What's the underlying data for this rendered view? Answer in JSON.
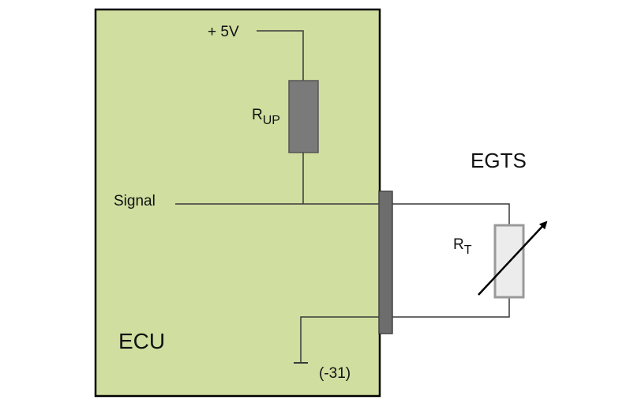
{
  "diagram": {
    "ecu_label": "ECU",
    "sensor_label": "EGTS",
    "supply_label": "+ 5V",
    "signal_label": "Signal",
    "ground_label": "(-31)",
    "pullup_resistor": {
      "main": "R",
      "sub": "UP"
    },
    "sensor_resistor": {
      "main": "R",
      "sub": "T"
    }
  },
  "colors": {
    "ecu_fill": "#d0dea0",
    "resistor_fill": "#7a7a7a",
    "connector_fill": "#6d6d6d",
    "sensor_resistor_fill": "#ececec",
    "sensor_resistor_stroke": "#9a9a9a",
    "wire": "#3a3a3a"
  }
}
